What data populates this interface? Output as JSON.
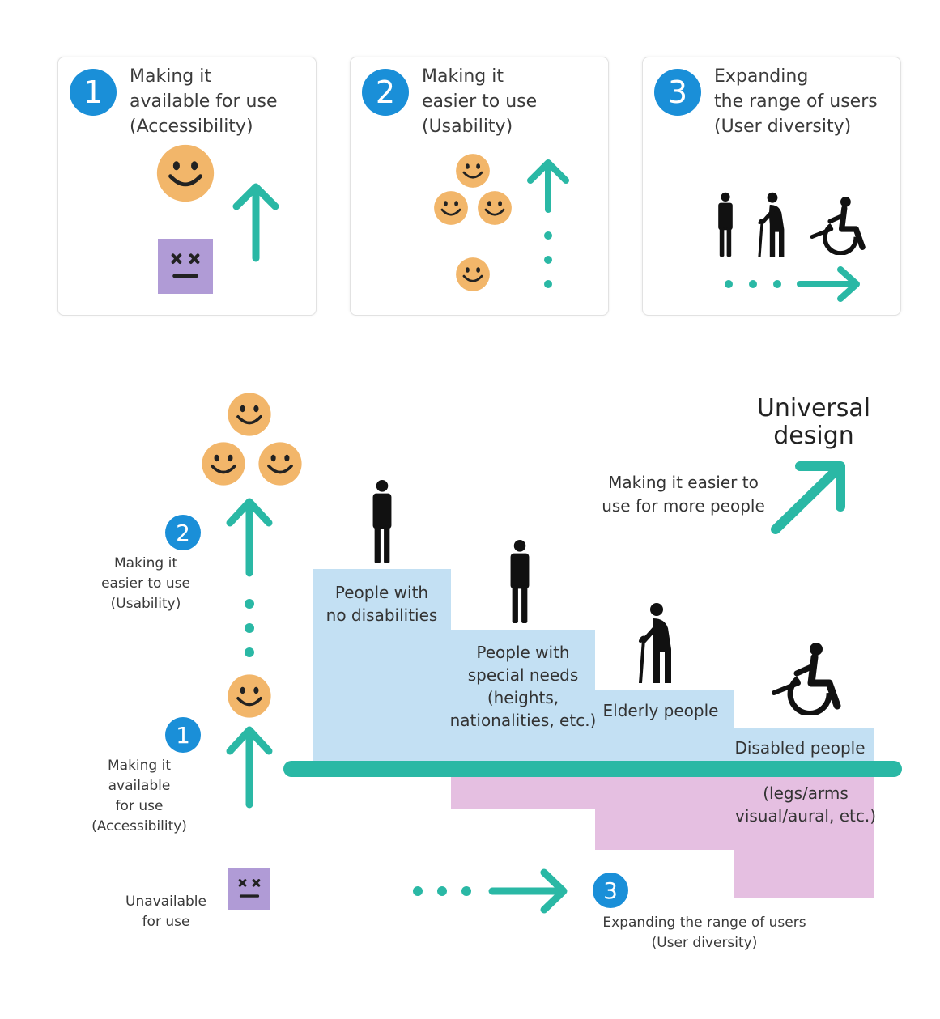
{
  "cards": [
    {
      "number": "1",
      "title": "Making it\navailable for use\n(Accessibility)"
    },
    {
      "number": "2",
      "title": "Making it\neasier to use\n(Usability)"
    },
    {
      "number": "3",
      "title": "Expanding\nthe range of users\n(User diversity)"
    }
  ],
  "diagram": {
    "universal_design": "Universal\ndesign",
    "universal_subtitle": "Making it easier to\nuse for more people",
    "usability": {
      "number": "2",
      "label": "Making it\neasier to use\n(Usability)"
    },
    "accessibility": {
      "number": "1",
      "label": "Making it\navailable\nfor use\n(Accessibility)"
    },
    "unavailable": "Unavailable\nfor use",
    "diversity": {
      "number": "3",
      "label": "Expanding the range of users\n(User diversity)"
    },
    "steps": [
      {
        "label": "People with\nno disabilities"
      },
      {
        "label": "People with\nspecial needs\n(heights,\nnationalities, etc.)"
      },
      {
        "label": "Elderly people"
      },
      {
        "label": "Disabled people"
      }
    ],
    "disabled_detail": "(legs/arms\nvisual/aural, etc.)"
  },
  "colors": {
    "teal": "#2ab8a5",
    "blue_badge": "#1a8fd8",
    "step_blue": "#c3e0f3",
    "step_pink": "#e5bfe1",
    "smiley": "#f2b66a",
    "sad_face": "#b09bd6"
  }
}
